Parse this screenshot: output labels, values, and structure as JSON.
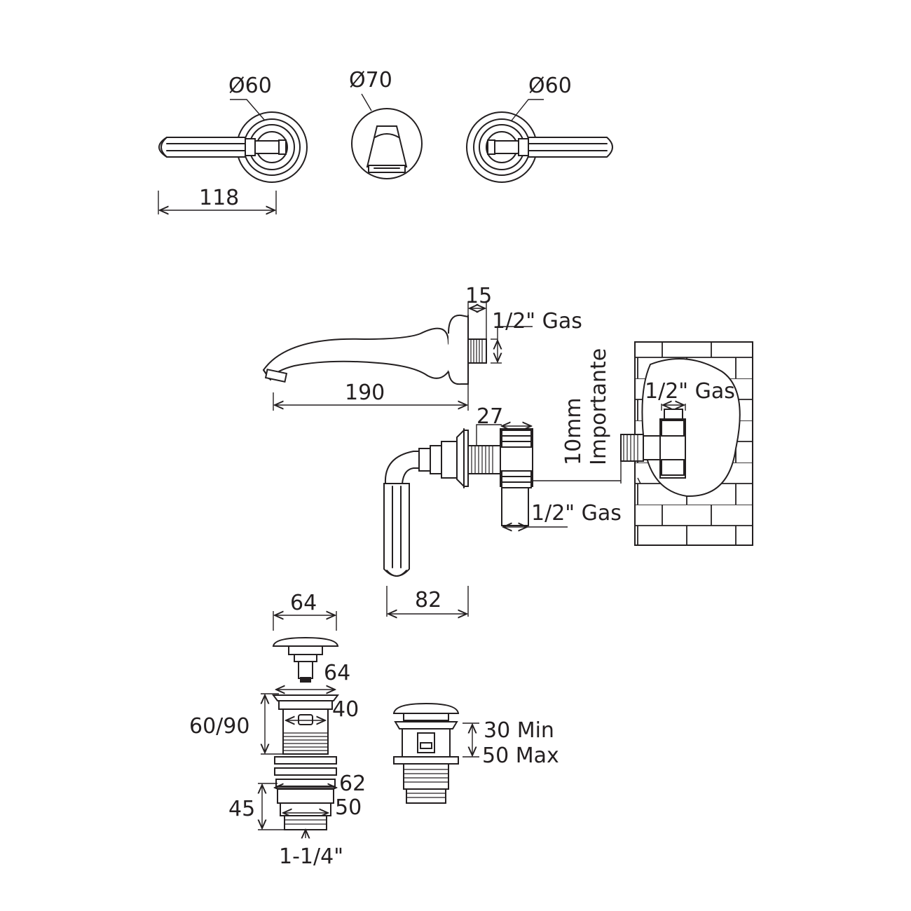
{
  "colors": {
    "line": "#231f20",
    "background": "#ffffff"
  },
  "labels": {
    "handle_left_diameter": "Ø60",
    "spout_rosette_diameter": "Ø70",
    "handle_right_diameter": "Ø60",
    "handle_length": "118",
    "flange_depth": "15",
    "spout_thread": "1/2\" Gas",
    "spout_length": "190",
    "valve_body_width": "27",
    "wall_thread": "1/2\" Gas",
    "inlet_thread": "1/2\" Gas",
    "important_line1": "10mm",
    "important_line2": "Importante",
    "lever_projection": "82",
    "cap_width": "64",
    "stem_width": "64",
    "body_inner": "40",
    "body_height": "60/90",
    "nut_outer": "62",
    "nut_inner": "50",
    "nut_height": "45",
    "tail_thread": "1-1/4\"",
    "range_min": "30 Min",
    "range_max": "50 Max"
  }
}
